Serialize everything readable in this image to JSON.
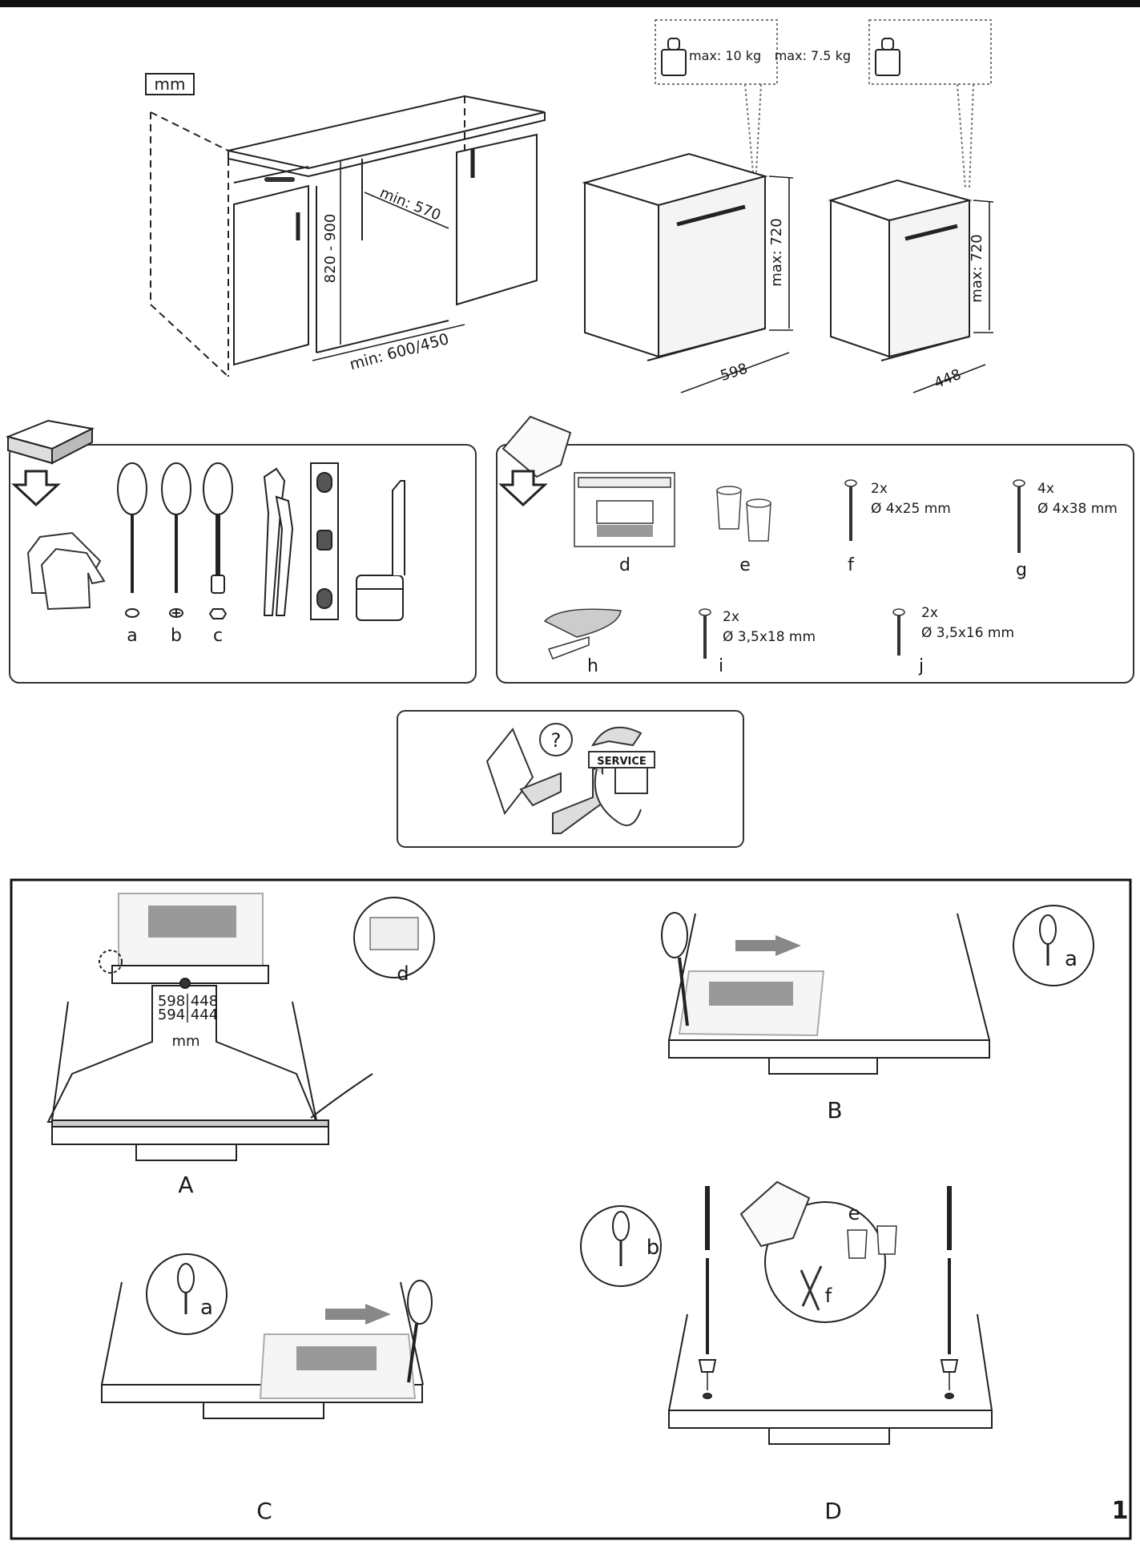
{
  "units_label": "mm",
  "cabinet": {
    "height_range": "820 - 900",
    "min_depth": "min: 570",
    "min_width": "min: 600/450"
  },
  "appliances": {
    "large": {
      "door_weight": "max: 10 kg",
      "door_height": "max: 720",
      "width": "598"
    },
    "small": {
      "door_weight": "max: 7.5 kg",
      "door_height": "max: 720",
      "width": "448"
    }
  },
  "tools": {
    "letters": [
      "a",
      "b",
      "c"
    ]
  },
  "parts": [
    {
      "letter": "d",
      "qty": "",
      "size": ""
    },
    {
      "letter": "e",
      "qty": "",
      "size": ""
    },
    {
      "letter": "f",
      "qty": "2x",
      "size": "Ø 4x25 mm"
    },
    {
      "letter": "g",
      "qty": "4x",
      "size": "Ø 4x38 mm"
    },
    {
      "letter": "h",
      "qty": "",
      "size": ""
    },
    {
      "letter": "i",
      "qty": "2x",
      "size": "Ø 3,5x18 mm"
    },
    {
      "letter": "j",
      "qty": "2x",
      "size": "Ø 3,5x16 mm"
    }
  ],
  "service": {
    "badge": "SERVICE",
    "question": "?"
  },
  "steps": {
    "A": {
      "label": "A",
      "dims_left": [
        "598",
        "594"
      ],
      "dims_right": [
        "448",
        "444"
      ],
      "unit": "mm",
      "detail": "d"
    },
    "B": {
      "label": "B",
      "tool": "a"
    },
    "C": {
      "label": "C",
      "tool": "a"
    },
    "D": {
      "label": "D",
      "tool": "b",
      "parts": [
        "e",
        "f"
      ]
    }
  },
  "page_number": "1"
}
